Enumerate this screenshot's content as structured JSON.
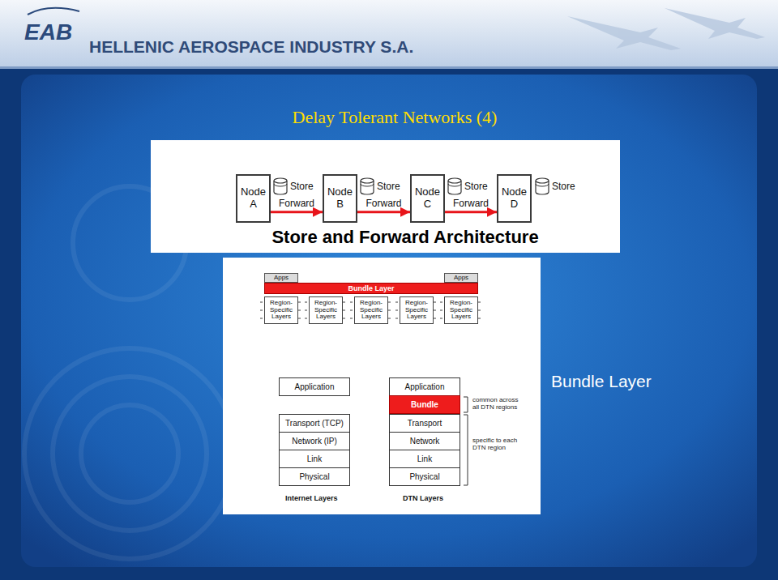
{
  "diagram": {
    "title": "Delay Tolerant Networks (4)",
    "caption": "Store and Forward Architecture",
    "nodes": [
      {
        "text": [
          "Node A"
        ]
      },
      {
        "text": [
          "Store"
        ]
      },
      {
        "text": [
          "Node B"
        ]
      },
      {
        "text": [
          "Store"
        ]
      },
      {
        "text": [
          "Node C"
        ]
      },
      {
        "text": [
          "Store"
        ]
      },
      {
        "text": [
          "Node D"
        ]
      },
      {
        "text": [
          "Store"
        ]
      },
      {
        "text": [
          "Apps"
        ]
      },
      {
        "text": [
          "Apps"
        ]
      },
      {
        "text": [
          "Bundle Layer"
        ]
      },
      {
        "text": [
          "Region-Specific Layers"
        ]
      },
      {
        "text": [
          "Region-Specific Layers"
        ]
      },
      {
        "text": [
          "Region-Specific Layers"
        ]
      },
      {
        "text": [
          "Region-Specific Layers"
        ]
      },
      {
        "text": [
          "Region-Specific Layers"
        ]
      },
      {
        "text": [
          "Application"
        ]
      },
      {
        "text": [
          "Transport (TCP)"
        ]
      },
      {
        "text": [
          "Network (IP)"
        ]
      },
      {
        "text": [
          "Link"
        ]
      },
      {
        "text": [
          "Physical"
        ]
      },
      {
        "text": [
          "Application"
        ]
      },
      {
        "text": [
          "Bundle"
        ]
      },
      {
        "text": [
          "Transport"
        ]
      },
      {
        "text": [
          "Network"
        ]
      },
      {
        "text": [
          "Link"
        ]
      },
      {
        "text": [
          "Physical"
        ]
      }
    ],
    "edges": [
      {
        "from": 0,
        "to": 2,
        "label": "Forward",
        "arrow": "to"
      },
      {
        "from": 2,
        "to": 4,
        "label": "Forward",
        "arrow": "to"
      },
      {
        "from": 4,
        "to": 6,
        "label": "Forward",
        "arrow": "to"
      }
    ],
    "labels": [
      "EAB",
      "HELLENIC AEROSPACE INDUSTRY S.A.",
      "common across all DTN regions",
      "specific to each DTN region",
      "Internet Layers",
      "DTN Layers",
      "Bundle Layer"
    ]
  }
}
